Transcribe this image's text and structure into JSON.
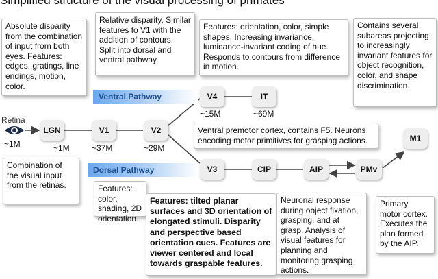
{
  "title": "Simplified structure of the visual processing of primates",
  "pathways": {
    "ventral": "Ventral Pathway",
    "dorsal": "Dorsal Pathway"
  },
  "retina": {
    "label": "Retina",
    "count": "~1M"
  },
  "nodes": {
    "lgn": {
      "label": "LGN",
      "count": "~1M"
    },
    "v1": {
      "label": "V1",
      "count": "~37M"
    },
    "v2": {
      "label": "V2",
      "count": "~29M"
    },
    "v4": {
      "label": "V4",
      "count": "~15M"
    },
    "it": {
      "label": "IT",
      "count": "~69M"
    },
    "v3": {
      "label": "V3"
    },
    "cip": {
      "label": "CIP"
    },
    "aip": {
      "label": "AIP"
    },
    "pmv": {
      "label": "PMv"
    },
    "m1": {
      "label": "M1"
    }
  },
  "callouts": {
    "lgn_top": "Absolute disparity from the combination of input from both eyes. Features: edges, gratings, line endings, motion, color.",
    "v2_top": "Relative disparity. Similar features to V1 with the addition of contours. Split into dorsal and ventral pathway.",
    "v4_top": "Features: orientation, color, simple shapes. Increasing invariance, luminance-invariant coding of hue. Responds to contours from difference in motion.",
    "it_top": "Contains several subareas projecting to increasingly invariant features for object recognition, color, and shape discrimination.",
    "f5": "Ventral premotor cortex, contains F5. Neurons encoding motor primitives for grasping actions.",
    "lgn_bottom": "Combination of the visual input from the retinas.",
    "v3": "Features: color, shading, 2D orientation.",
    "cip": "Features: tilted planar surfaces and 3D orientation of elongated stimuli. Disparity and perspective based orientation cues. Features are viewer centered and local towards graspable features.",
    "aip": "Neuronal response during object fixation, grasping, and at grasp. Analysis of visual features for planning and monitoring grasping actions.",
    "m1": "Primary motor cortex. Executes the plan formed by the AIP."
  }
}
